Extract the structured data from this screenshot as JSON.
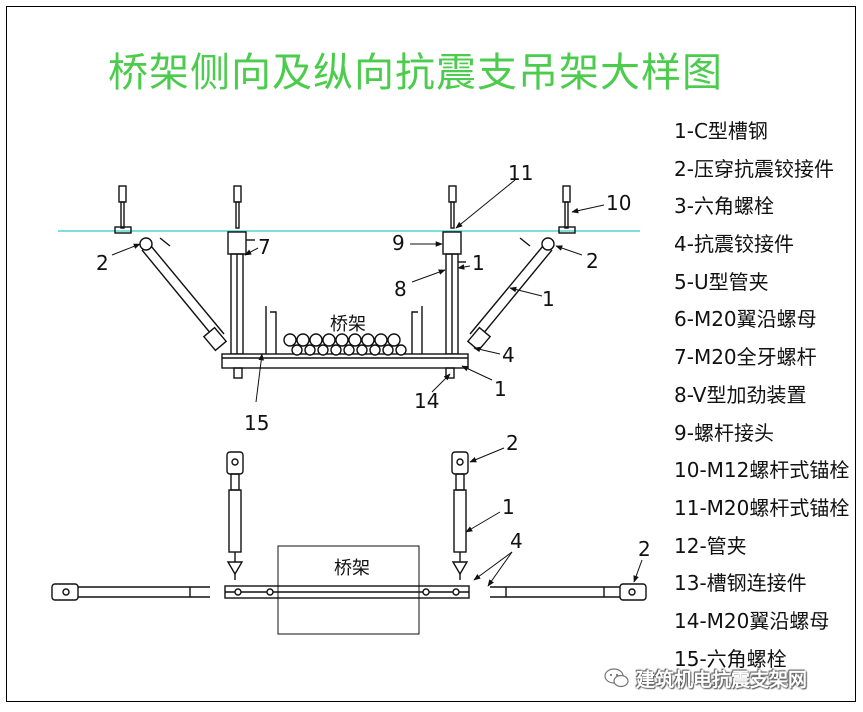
{
  "title": "桥架侧向及纵向抗震支吊架大样图",
  "legend": [
    "1-C型槽钢",
    "2-压穿抗震铰接件",
    "3-六角螺栓",
    "4-抗震铰接件",
    "5-U型管夹",
    "6-M20翼沿螺母",
    "7-M20全牙螺杆",
    "8-V型加劲装置",
    "9-螺杆接头",
    "10-M12螺杆式锚栓",
    "11-M20螺杆式锚栓",
    "12-管夹",
    "13-槽钢连接件",
    "14-M20翼沿螺母",
    "15-六角螺栓"
  ],
  "labels": {
    "top": {
      "n2_left": "2",
      "n7": "7",
      "n11": "11",
      "n10": "10",
      "n9": "9",
      "n8": "8",
      "n1_mid": "1",
      "n2_right": "2",
      "n1_brace": "1",
      "n4": "4",
      "n1_bottom": "1",
      "n14": "14",
      "n15": "15",
      "tray": "桥架"
    },
    "bottom": {
      "n2_top": "2",
      "n1": "1",
      "n4": "4",
      "n2_right": "2",
      "tray": "桥架"
    }
  },
  "watermark": "建筑机电抗震支架网",
  "colors": {
    "title": "#4ccc4c",
    "ceiling_line": "#33cccc",
    "line": "#111111"
  }
}
